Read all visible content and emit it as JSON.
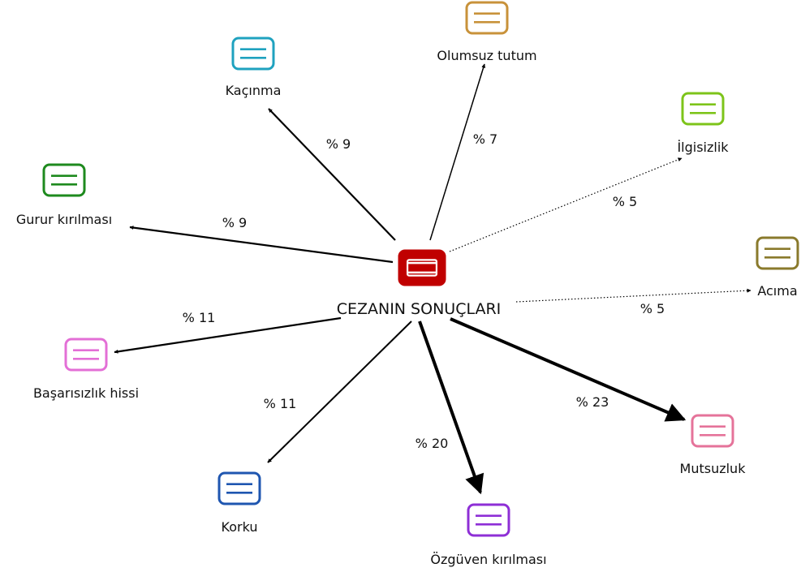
{
  "center": {
    "label": "CEZANIN SONUÇLARI",
    "color": "#C00000"
  },
  "nodes": [
    {
      "id": "kacinma",
      "label": "Kaçınma",
      "percent": "% 9",
      "color": "#1FA2BF",
      "style": "solid"
    },
    {
      "id": "olumsuz",
      "label": "Olumsuz tutum",
      "percent": "% 7",
      "color": "#C8923A",
      "style": "solid"
    },
    {
      "id": "ilgisizlik",
      "label": "İlgisizlik",
      "percent": "% 5",
      "color": "#7DC41A",
      "style": "dotted"
    },
    {
      "id": "acima",
      "label": "Acıma",
      "percent": "% 5",
      "color": "#8A7A2C",
      "style": "dotted"
    },
    {
      "id": "mutsuzluk",
      "label": "Mutsuzluk",
      "percent": "% 23",
      "color": "#E5739A",
      "style": "solid"
    },
    {
      "id": "ozguven",
      "label": "Özgüven kırılması",
      "percent": "% 20",
      "color": "#8E2FD6",
      "style": "solid"
    },
    {
      "id": "korku",
      "label": "Korku",
      "percent": "% 11",
      "color": "#1F56B0",
      "style": "solid"
    },
    {
      "id": "basarisizlik",
      "label": "Başarısızlık hissi",
      "percent": "% 11",
      "color": "#E36FD6",
      "style": "solid"
    },
    {
      "id": "gurur",
      "label": "Gurur kırılması",
      "percent": "% 9",
      "color": "#1E8A1E",
      "style": "solid"
    }
  ]
}
